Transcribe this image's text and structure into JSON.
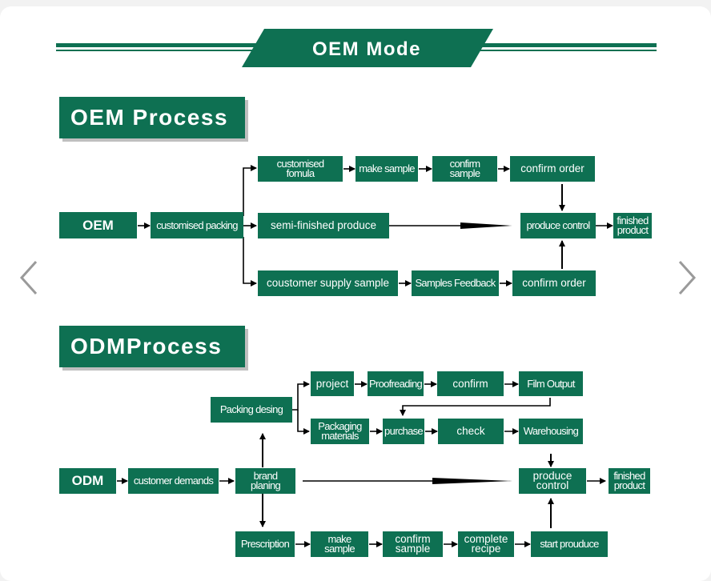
{
  "banner": {
    "title": "OEM Mode"
  },
  "oem": {
    "heading": "OEM Process",
    "start": "OEM",
    "packing": "customised packing",
    "formula": "customised\nfomula",
    "make_sample": "make sample",
    "confirm_sample": "confirm\nsample",
    "confirm_order_top": "confirm order",
    "semi_finished": "semi-finished produce",
    "produce_control": "produce control",
    "finished": "finished\nproduct",
    "supply_sample": "coustomer supply sample",
    "samples_feedback": "Samples Feedback",
    "confirm_order_bottom": "confirm order"
  },
  "odm": {
    "heading": "ODMProcess",
    "start": "ODM",
    "customer_demands": "customer demands",
    "brand_planing": "brand\nplaning",
    "packing_desing": "Packing desing",
    "project": "project",
    "proofreading": "Proofreading",
    "confirm": "confirm",
    "film_output": "Film Output",
    "packaging_materials": "Packaging\nmaterials",
    "purchase": "purchase",
    "check": "check",
    "warehousing": "Warehousing",
    "produce_control": "produce\ncontrol",
    "finished": "finished\nproduct",
    "prescription": "Prescription",
    "make_sample": "make\nsample",
    "confirm_sample": "confirm\nsample",
    "complete_recipe": "complete\nrecipe",
    "start_produce": "start prouduce"
  },
  "colors": {
    "brand_green": "#0e7052",
    "arrow": "#000000",
    "nav_chevron": "#9a9a9a"
  },
  "icons": {
    "prev": "chevron-left-icon",
    "next": "chevron-right-icon"
  }
}
